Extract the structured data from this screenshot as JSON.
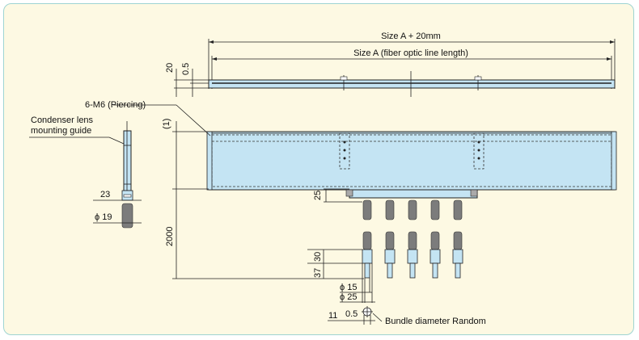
{
  "labels": {
    "size_a_plus_20": "Size A + 20mm",
    "size_a": "Size A (fiber optic line length)",
    "dim_20": "20",
    "dim_05_top": "0.5",
    "piercing": "6-M6 (Piercing)",
    "condenser_line1": "Condenser lens",
    "condenser_line2": "mounting guide",
    "dim_1": "(1)",
    "dim_23": "23",
    "dim_phi19": "ϕ 19",
    "dim_25": "25",
    "dim_2000": "2000",
    "dim_30": "30",
    "dim_37": "37",
    "dim_phi15": "ϕ 15",
    "dim_phi25": "ϕ 25",
    "dim_11": "11",
    "dim_05_bottom": "0.5",
    "bundle": "Bundle diameter Random"
  },
  "colors": {
    "background": "#fdf9e3",
    "border": "#9ed4d2",
    "part_fill": "#c4e4f3",
    "spring": "#7c7c7c"
  }
}
